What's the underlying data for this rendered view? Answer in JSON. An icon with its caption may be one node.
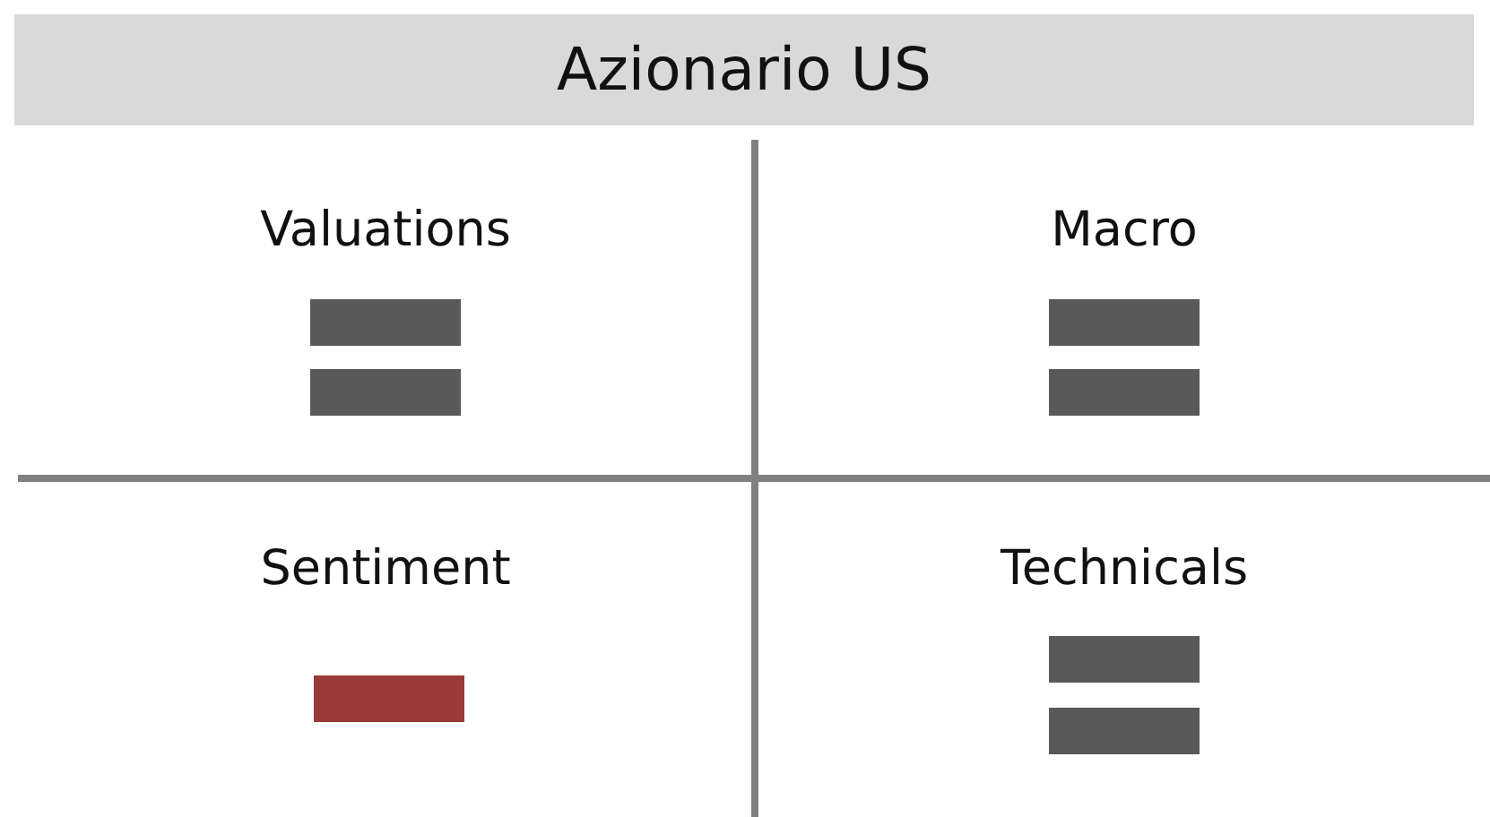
{
  "diagram": {
    "title": "Azionario US",
    "nodes": [
      {
        "text": [],
        "shape": "bar"
      },
      {
        "text": [],
        "shape": "bar"
      },
      {
        "text": [],
        "shape": "bar"
      },
      {
        "text": [],
        "shape": "bar"
      },
      {
        "text": [],
        "shape": "bar"
      },
      {
        "text": [],
        "shape": "bar"
      },
      {
        "text": [],
        "shape": "bar"
      }
    ],
    "labels": [
      "Valuations",
      "Macro",
      "Sentiment",
      "Technicals"
    ]
  }
}
